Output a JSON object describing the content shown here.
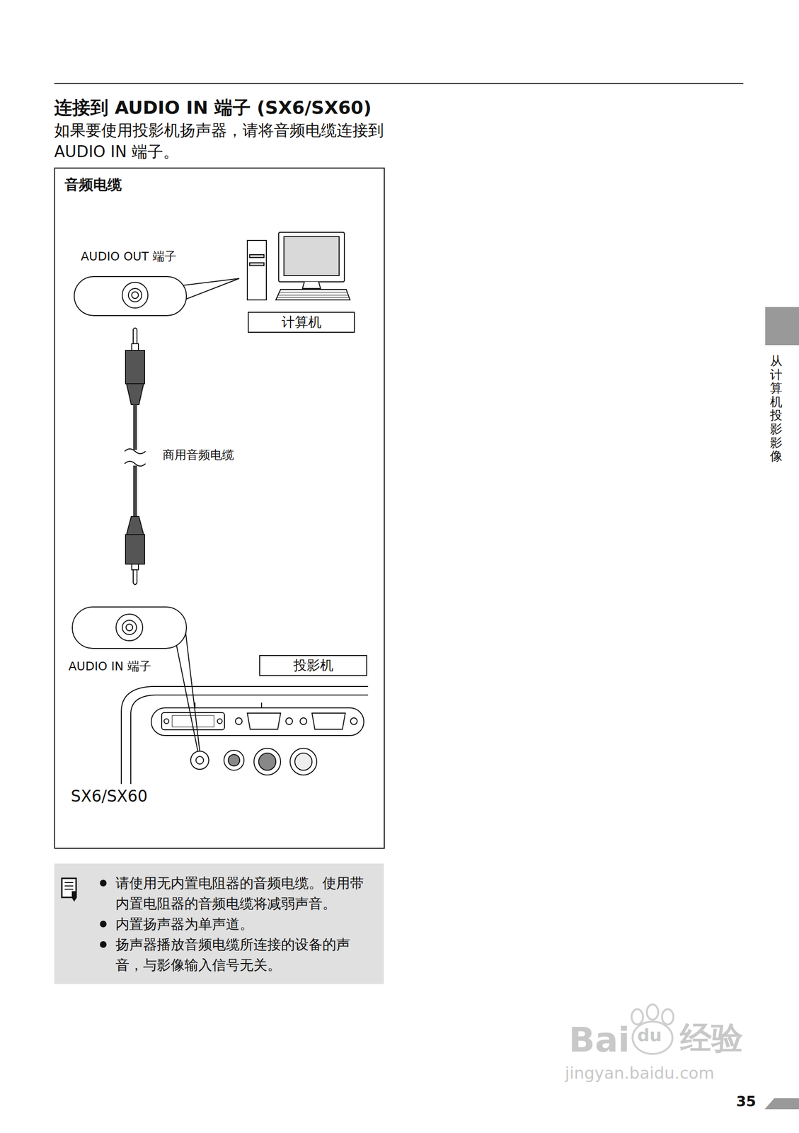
{
  "diagram": {
    "title": "连接到 AUDIO IN 端子 (SX6/SX60)",
    "nodes": [
      {
        "text": [
          "音频电缆"
        ]
      },
      {
        "text": [
          "计算机"
        ],
        "in": 0
      },
      {
        "text": [
          "投影机"
        ],
        "in": 0
      },
      {
        "text": [
          "请使用无内置电阻器的音频电缆。使用带内置电阻器的音频电缆将减弱声音。",
          "内置扬声器为单声道。",
          "扬声器播放音频电缆所连接的设备的声音，与影像输入信号无关。"
        ]
      }
    ],
    "labels": [
      "如果要使用投影机扬声器，请将音频电缆连接到 AUDIO IN 端子。",
      "AUDIO OUT 端子",
      "商用音频电缆",
      "AUDIO IN 端子",
      "SX6/SX60",
      "从计算机投影影像",
      "35",
      "Bai",
      "du",
      "经验",
      "jingyan.baidu.com"
    ]
  }
}
